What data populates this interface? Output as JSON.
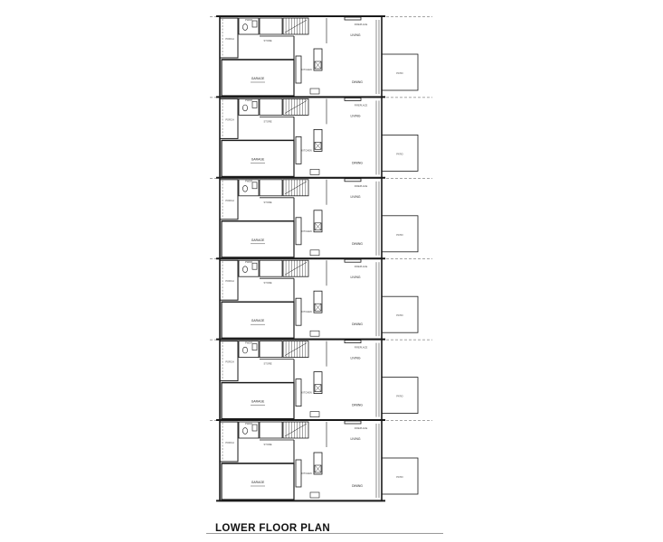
{
  "drawing": {
    "title": "LOWER FLOOR PLAN",
    "unit_count": 6,
    "room_labels": {
      "porch": "PORCH",
      "powder": "PWDR",
      "storage": "STORE",
      "garage": "GARAGE",
      "kitchen": "KITCHEN",
      "dining": "DINING",
      "living": "LIVING",
      "fireplace": "FIREPLACE",
      "patio": "PATIO"
    },
    "colors": {
      "line": "#1a1a1a",
      "paper": "#ffffff",
      "dim": "#666666"
    }
  }
}
